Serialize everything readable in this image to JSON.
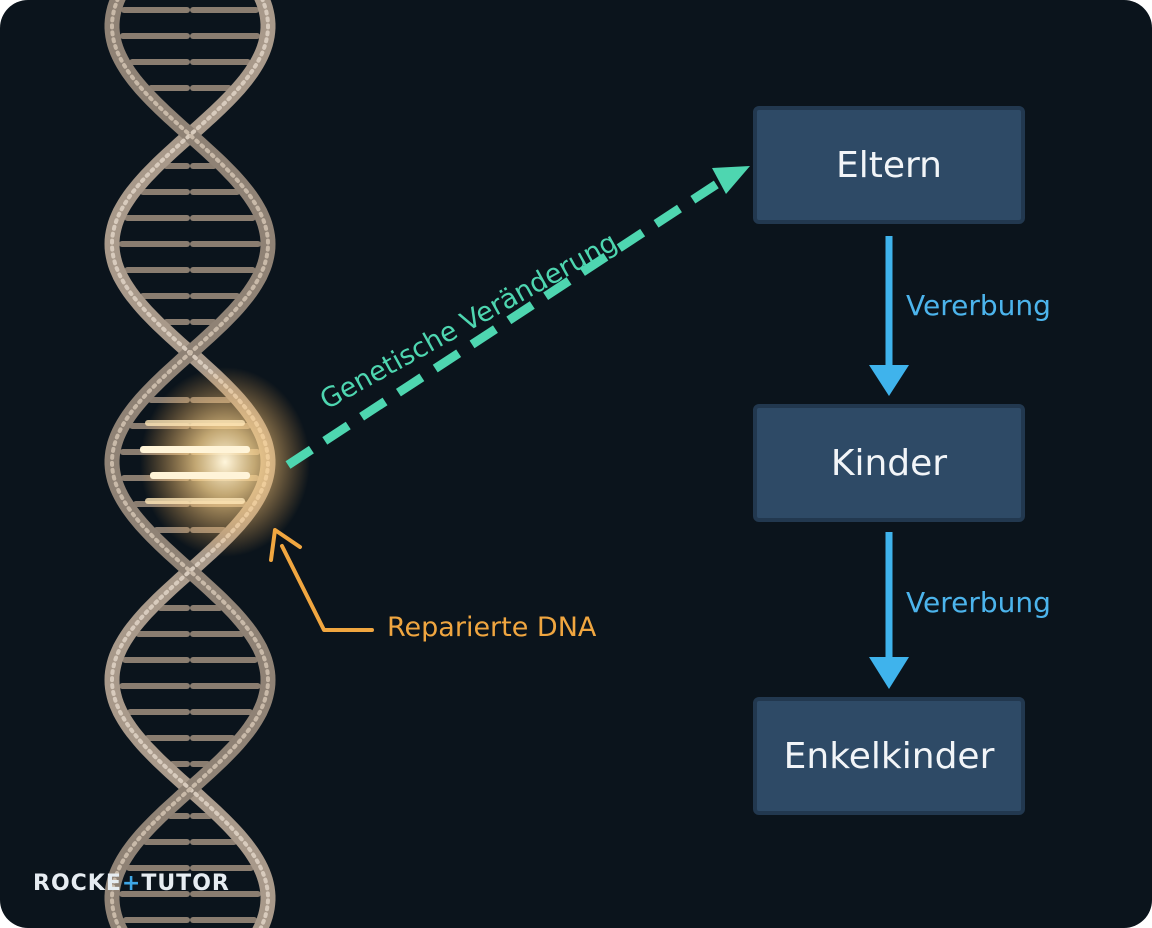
{
  "colors": {
    "background": "#0b141c",
    "box_fill": "#2e4a66",
    "box_border": "#22384f",
    "box_text": "#f2f5f8",
    "inheritance_arrow": "#3fb3ec",
    "mutation_arrow": "#4ed6b0",
    "repair_arrow": "#f0a640",
    "dna_strand": "#a8998a",
    "dna_glow": "#ffe6b0"
  },
  "diagram": {
    "generations": [
      "Eltern",
      "Kinder",
      "Enkelkinder"
    ],
    "inheritance_labels": [
      "Vererbung",
      "Vererbung"
    ],
    "mutation_label": "Genetische Veränderung",
    "repair_label": "Reparierte DNA"
  },
  "logo": {
    "part1": "ROCKE",
    "plus": "+",
    "part2": "TUTOR"
  }
}
